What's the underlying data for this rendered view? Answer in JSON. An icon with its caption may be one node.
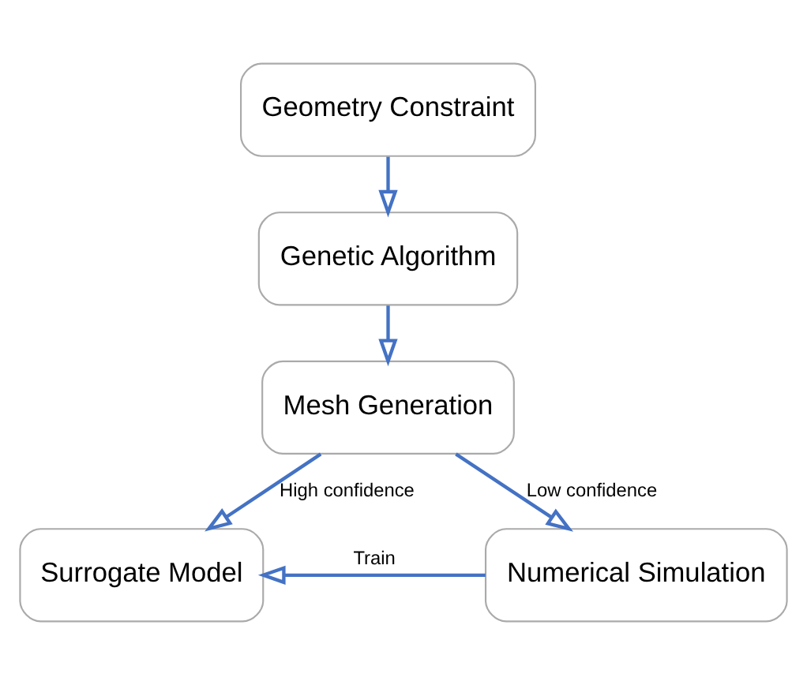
{
  "diagram": {
    "nodes": [
      {
        "text": [
          "Geometry Constraint"
        ]
      },
      {
        "text": [
          "Genetic Algorithm"
        ]
      },
      {
        "text": [
          "Mesh Generation"
        ]
      },
      {
        "text": [
          "Surrogate Model"
        ]
      },
      {
        "text": [
          "Numerical Simulation"
        ]
      }
    ],
    "edges": [
      {
        "from": 0,
        "to": 1,
        "arrow": "to"
      },
      {
        "from": 1,
        "to": 2,
        "arrow": "to"
      },
      {
        "from": 2,
        "to": 3,
        "arrow": "to",
        "label": "High confidence"
      },
      {
        "from": 2,
        "to": 4,
        "arrow": "to",
        "label": "Low confidence"
      },
      {
        "from": 4,
        "to": 3,
        "arrow": "to",
        "label": "Train"
      }
    ]
  }
}
